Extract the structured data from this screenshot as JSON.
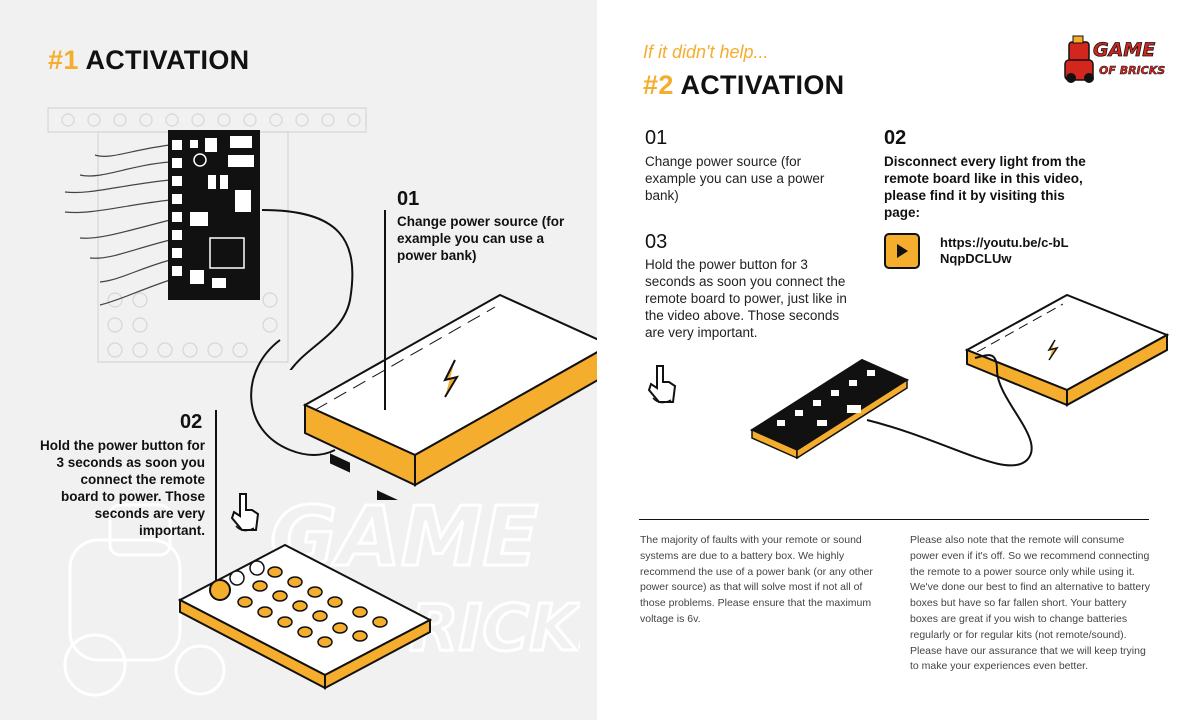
{
  "left": {
    "heading_num": "#1",
    "heading_label": "ACTIVATION",
    "step01": {
      "num": "01",
      "text": "Change power source (for example you can use a power bank)"
    },
    "step02": {
      "num": "02",
      "text": "Hold the power button for 3 seconds as soon you connect the remote board to power. Those seconds are very important."
    },
    "watermark": "GAME OF BRICKS"
  },
  "right": {
    "subtitle": "If it didn't help...",
    "heading_num": "#2",
    "heading_label": "ACTIVATION",
    "step01": {
      "num": "01",
      "text": "Change power source (for example you can use a power bank)"
    },
    "step02": {
      "num": "02",
      "text": "Disconnect every light from the remote board like in this video, please find it by visiting this page:"
    },
    "step03": {
      "num": "03",
      "text": "Hold the power button for 3 seconds as soon you connect the remote board to power, just like in the video above. Those seconds are very important."
    },
    "video_url": "https://youtu.be/c-bLNqpDCLUw",
    "note_left": "The majority of faults with your remote or sound systems are due to a battery box. We highly recommend the use of a power bank (or any other power source) as that will solve most if not all of those problems. Please ensure that the maximum voltage is 6v.",
    "note_right": "Please also note that the remote will consume power even if it's off. So we recommend connecting the remote to a power source only while using it. We've done our best to find an alternative to battery boxes but have so far fallen short. Your battery boxes are great if you wish to change batteries regularly or for regular kits (not remote/sound). Please have our assurance that we will keep trying to make your experiences even better."
  },
  "logo": {
    "line1": "GAME",
    "line2": "OF BRICKS"
  },
  "colors": {
    "accent": "#f5ad2e",
    "dark": "#111111",
    "panel_bg": "#f1f1f1"
  }
}
